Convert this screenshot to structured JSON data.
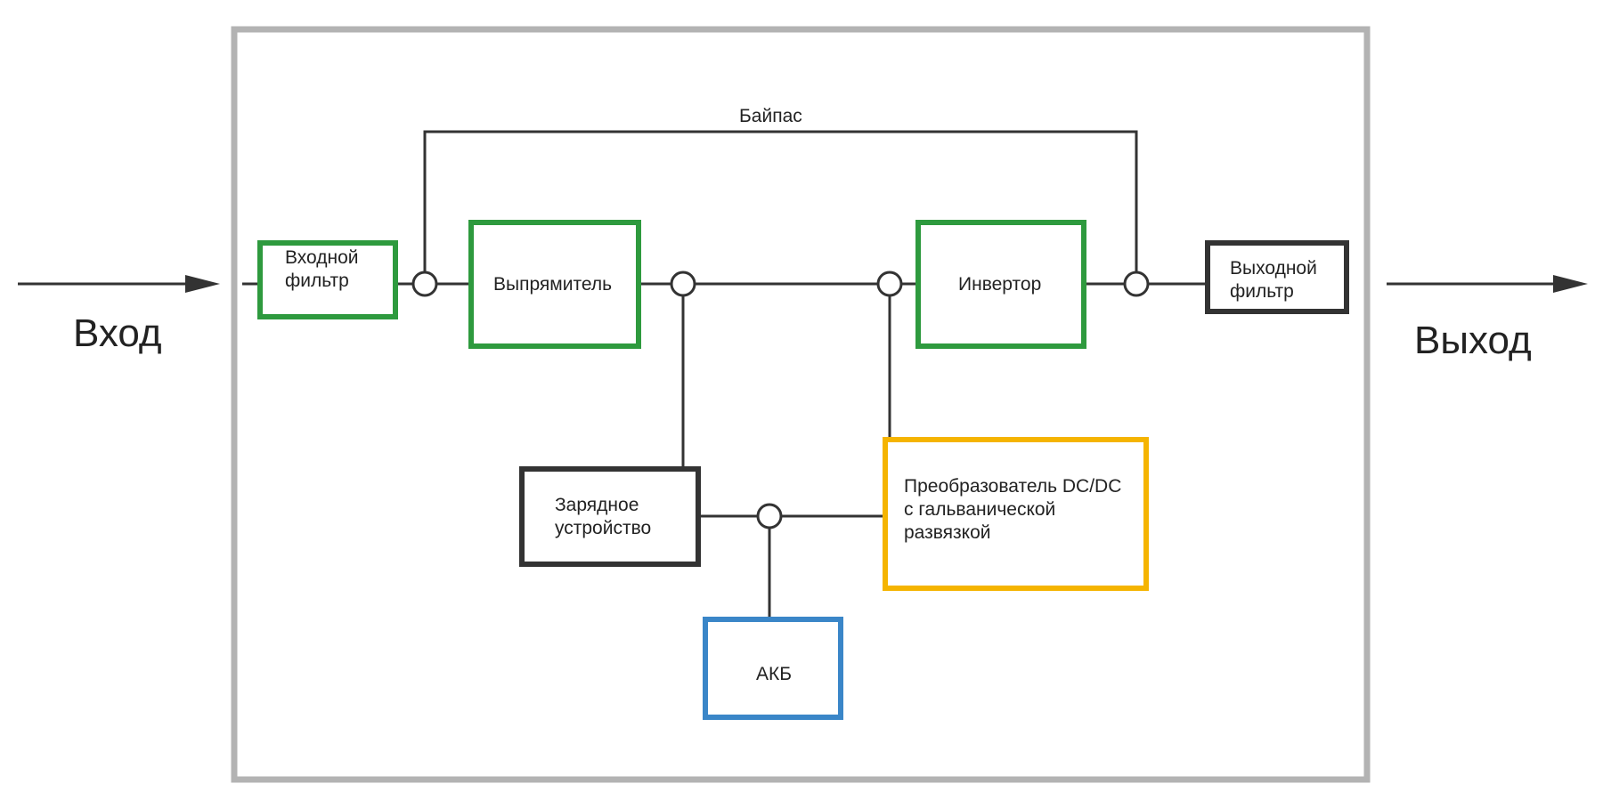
{
  "input_label": "Вход",
  "output_label": "Выход",
  "bypass_label": "Байпас",
  "colors": {
    "green": "#2e9a3e",
    "dark": "#333333",
    "yellow": "#f5b400",
    "blue": "#3a86c8",
    "frame": "#b3b3b3",
    "line": "#333333"
  },
  "blocks": {
    "input_filter": {
      "lines": [
        "Входной",
        "фильтр"
      ],
      "color": "green"
    },
    "rectifier": {
      "lines": [
        "Выпрямитель"
      ],
      "color": "green"
    },
    "inverter": {
      "lines": [
        "Инвертор"
      ],
      "color": "green"
    },
    "output_filter": {
      "lines": [
        "Выходной",
        "фильтр"
      ],
      "color": "dark"
    },
    "charger": {
      "lines": [
        "Зарядное",
        "устройство"
      ],
      "color": "dark"
    },
    "dcdc": {
      "lines": [
        "Преобразователь DC/DC",
        "с гальванической",
        "развязкой"
      ],
      "color": "yellow"
    },
    "battery": {
      "lines": [
        "АКБ"
      ],
      "color": "blue"
    }
  }
}
